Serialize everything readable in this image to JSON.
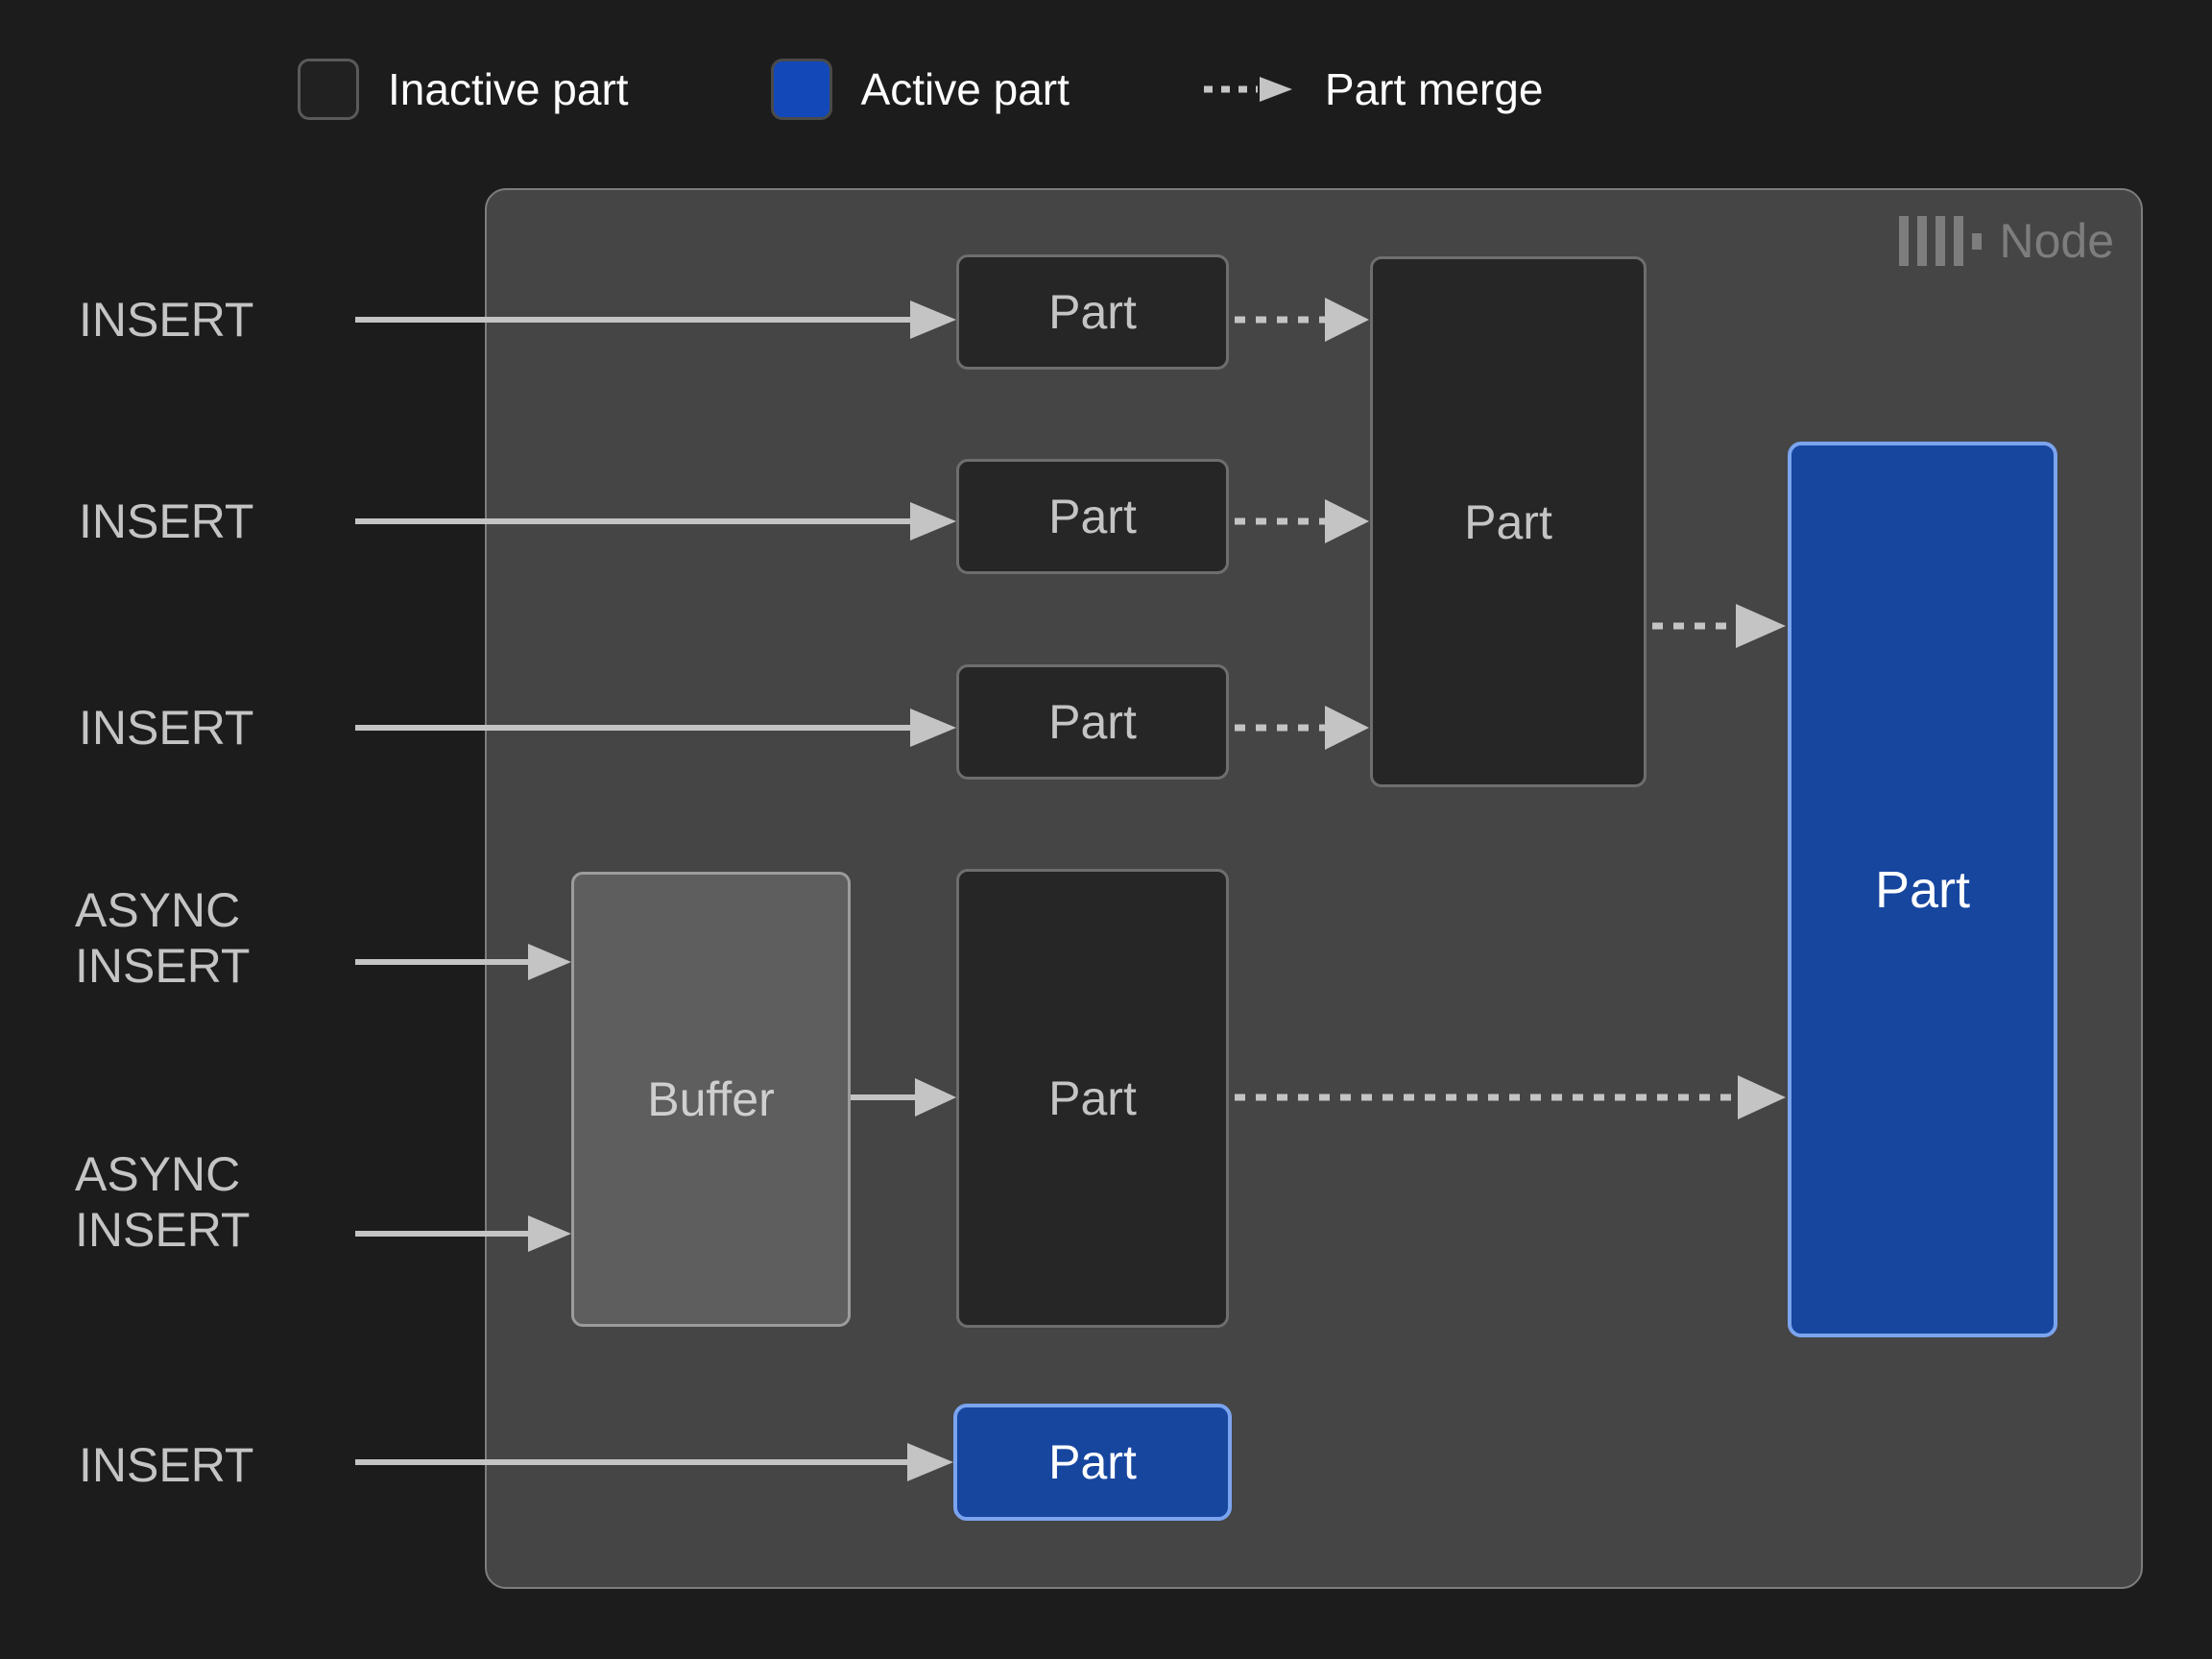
{
  "page": {
    "background": "#1c1c1c",
    "title": "ClickHouse node part merge diagram"
  },
  "legend": {
    "items": [
      {
        "icon": "inactive-part-swatch",
        "label": "Inactive part",
        "color": "#212121",
        "border": "#5a5a5a"
      },
      {
        "icon": "active-part-swatch",
        "label": "Active part",
        "color": "#1348b8",
        "border": "#4a4a4a"
      },
      {
        "icon": "dashed-arrow",
        "label": "Part merge",
        "color": "#c4c4c4"
      }
    ]
  },
  "node": {
    "label": "Node",
    "logo": "clickhouse-logo",
    "background": "#454545",
    "border": "#7d7d7d"
  },
  "sources": [
    {
      "id": "insert-1",
      "label": "INSERT"
    },
    {
      "id": "insert-2",
      "label": "INSERT"
    },
    {
      "id": "insert-3",
      "label": "INSERT"
    },
    {
      "id": "async-insert-1",
      "label": "ASYNC\nINSERT"
    },
    {
      "id": "async-insert-2",
      "label": "ASYNC\nINSERT"
    },
    {
      "id": "insert-4",
      "label": "INSERT"
    }
  ],
  "boxes": [
    {
      "id": "part-insert-1",
      "label": "Part",
      "state": "inactive"
    },
    {
      "id": "part-insert-2",
      "label": "Part",
      "state": "inactive"
    },
    {
      "id": "part-insert-3",
      "label": "Part",
      "state": "inactive"
    },
    {
      "id": "part-merged-1",
      "label": "Part",
      "state": "inactive"
    },
    {
      "id": "buffer",
      "label": "Buffer",
      "state": "buffer"
    },
    {
      "id": "part-async",
      "label": "Part",
      "state": "inactive"
    },
    {
      "id": "part-final",
      "label": "Part",
      "state": "active"
    },
    {
      "id": "part-insert-4",
      "label": "Part",
      "state": "active"
    }
  ],
  "flows": [
    {
      "from": "insert-1",
      "to": "part-insert-1",
      "style": "solid"
    },
    {
      "from": "insert-2",
      "to": "part-insert-2",
      "style": "solid"
    },
    {
      "from": "insert-3",
      "to": "part-insert-3",
      "style": "solid"
    },
    {
      "from": "async-insert-1",
      "to": "buffer",
      "style": "solid"
    },
    {
      "from": "async-insert-2",
      "to": "buffer",
      "style": "solid"
    },
    {
      "from": "buffer",
      "to": "part-async",
      "style": "solid"
    },
    {
      "from": "insert-4",
      "to": "part-insert-4",
      "style": "solid"
    },
    {
      "from": "part-insert-1",
      "to": "part-merged-1",
      "style": "dashed"
    },
    {
      "from": "part-insert-2",
      "to": "part-merged-1",
      "style": "dashed"
    },
    {
      "from": "part-insert-3",
      "to": "part-merged-1",
      "style": "dashed"
    },
    {
      "from": "part-merged-1",
      "to": "part-final",
      "style": "dashed"
    },
    {
      "from": "part-async",
      "to": "part-final",
      "style": "dashed"
    }
  ],
  "colors": {
    "inactive_fill": "#262626",
    "inactive_border": "#6e6e6e",
    "active_fill": "#17469f",
    "active_border": "#7ba4ef",
    "buffer_fill": "#5e5e5e",
    "buffer_border": "#9c9c9c",
    "arrow": "#c4c4c4",
    "text": "#c4c4c4",
    "legend_text": "#ffffff"
  }
}
